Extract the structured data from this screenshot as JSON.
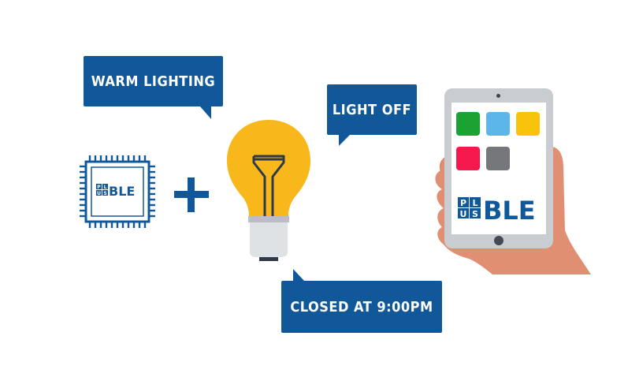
{
  "bubbles": {
    "warm": "WARM LIGHTING",
    "off": "LIGHT OFF",
    "closed": "CLOSED AT 9:00PM"
  },
  "logo": {
    "letters": [
      "P",
      "L",
      "U",
      "S"
    ],
    "word": "BLE"
  },
  "apps": [
    {
      "name": "green-app-icon",
      "color": "#1aa232"
    },
    {
      "name": "lightblue-app-icon",
      "color": "#5bb6ea"
    },
    {
      "name": "yellow-app-icon",
      "color": "#f8c30a"
    },
    {
      "name": "red-app-icon",
      "color": "#f5184c"
    },
    {
      "name": "gray-app-icon",
      "color": "#76777b"
    }
  ],
  "colors": {
    "brand_blue": "#11589a",
    "bulb_yellow": "#f8b81b"
  }
}
